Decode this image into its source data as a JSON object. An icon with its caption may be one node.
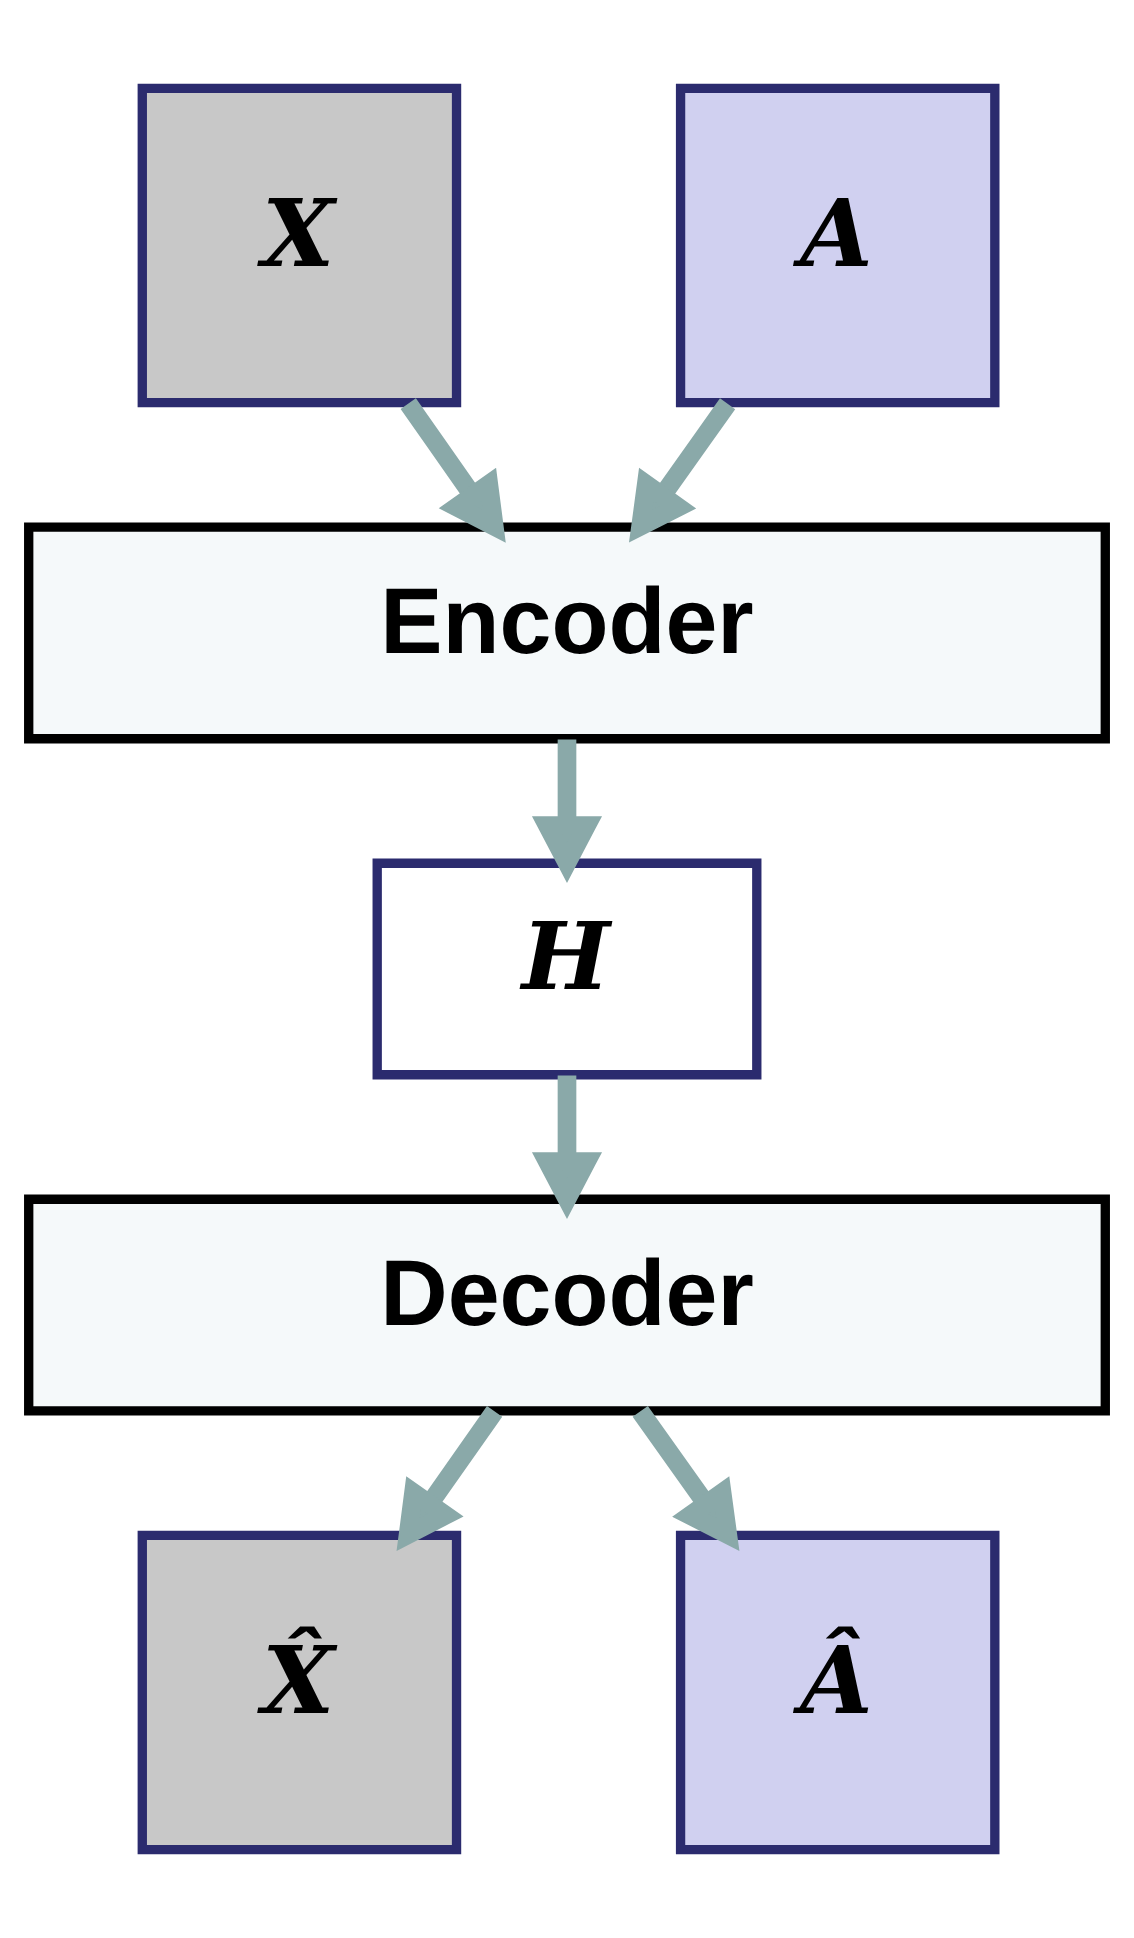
{
  "diagram": {
    "nodes": [
      {
        "text": [
          "X"
        ]
      },
      {
        "text": [
          "A"
        ]
      },
      {
        "text": [
          "Encoder"
        ]
      },
      {
        "text": [
          "H"
        ]
      },
      {
        "text": [
          "Decoder"
        ]
      },
      {
        "text": [
          "X̂"
        ]
      },
      {
        "text": [
          "Â"
        ]
      }
    ],
    "edges": [
      {
        "from": 0,
        "to": 2,
        "arrow": "to"
      },
      {
        "from": 1,
        "to": 2,
        "arrow": "to"
      },
      {
        "from": 2,
        "to": 3,
        "arrow": "to"
      },
      {
        "from": 3,
        "to": 4,
        "arrow": "to"
      },
      {
        "from": 4,
        "to": 5,
        "arrow": "to"
      },
      {
        "from": 4,
        "to": 6,
        "arrow": "to"
      }
    ]
  }
}
